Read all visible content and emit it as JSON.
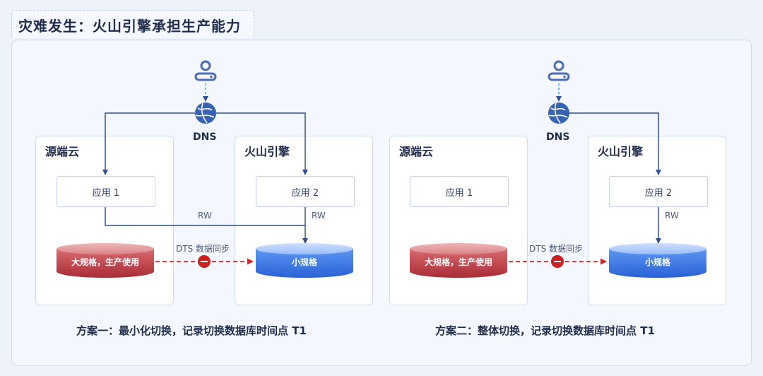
{
  "title": "灾难发生：火山引擎承担生产能力",
  "scenarios": [
    {
      "dns_label": "DNS",
      "left_card_title": "源端云",
      "right_card_title": "火山引擎",
      "app1": "应用 1",
      "app2": "应用 2",
      "rw_left": "RW",
      "rw_right": "RW",
      "sync_label": "DTS 数据同步",
      "source_db": "大规格，生产使用",
      "target_db": "小规格",
      "caption": "方案一：最小化切换，记录切换数据库时间点 T1"
    },
    {
      "dns_label": "DNS",
      "left_card_title": "源端云",
      "right_card_title": "火山引擎",
      "app1": "应用 1",
      "app2": "应用 2",
      "rw_right": "RW",
      "sync_label": "DTS 数据同步",
      "source_db": "大规格，生产使用",
      "target_db": "小规格",
      "caption": "方案二：整体切换，记录切换数据库时间点 T1"
    }
  ],
  "colors": {
    "line": "#2f4f9a",
    "dns_icon": "#3562b5",
    "user_icon": "#4a6cb8",
    "red_db": "#c03a42",
    "blue_db": "#2f6fe0",
    "sync_arrow": "#d32525"
  }
}
